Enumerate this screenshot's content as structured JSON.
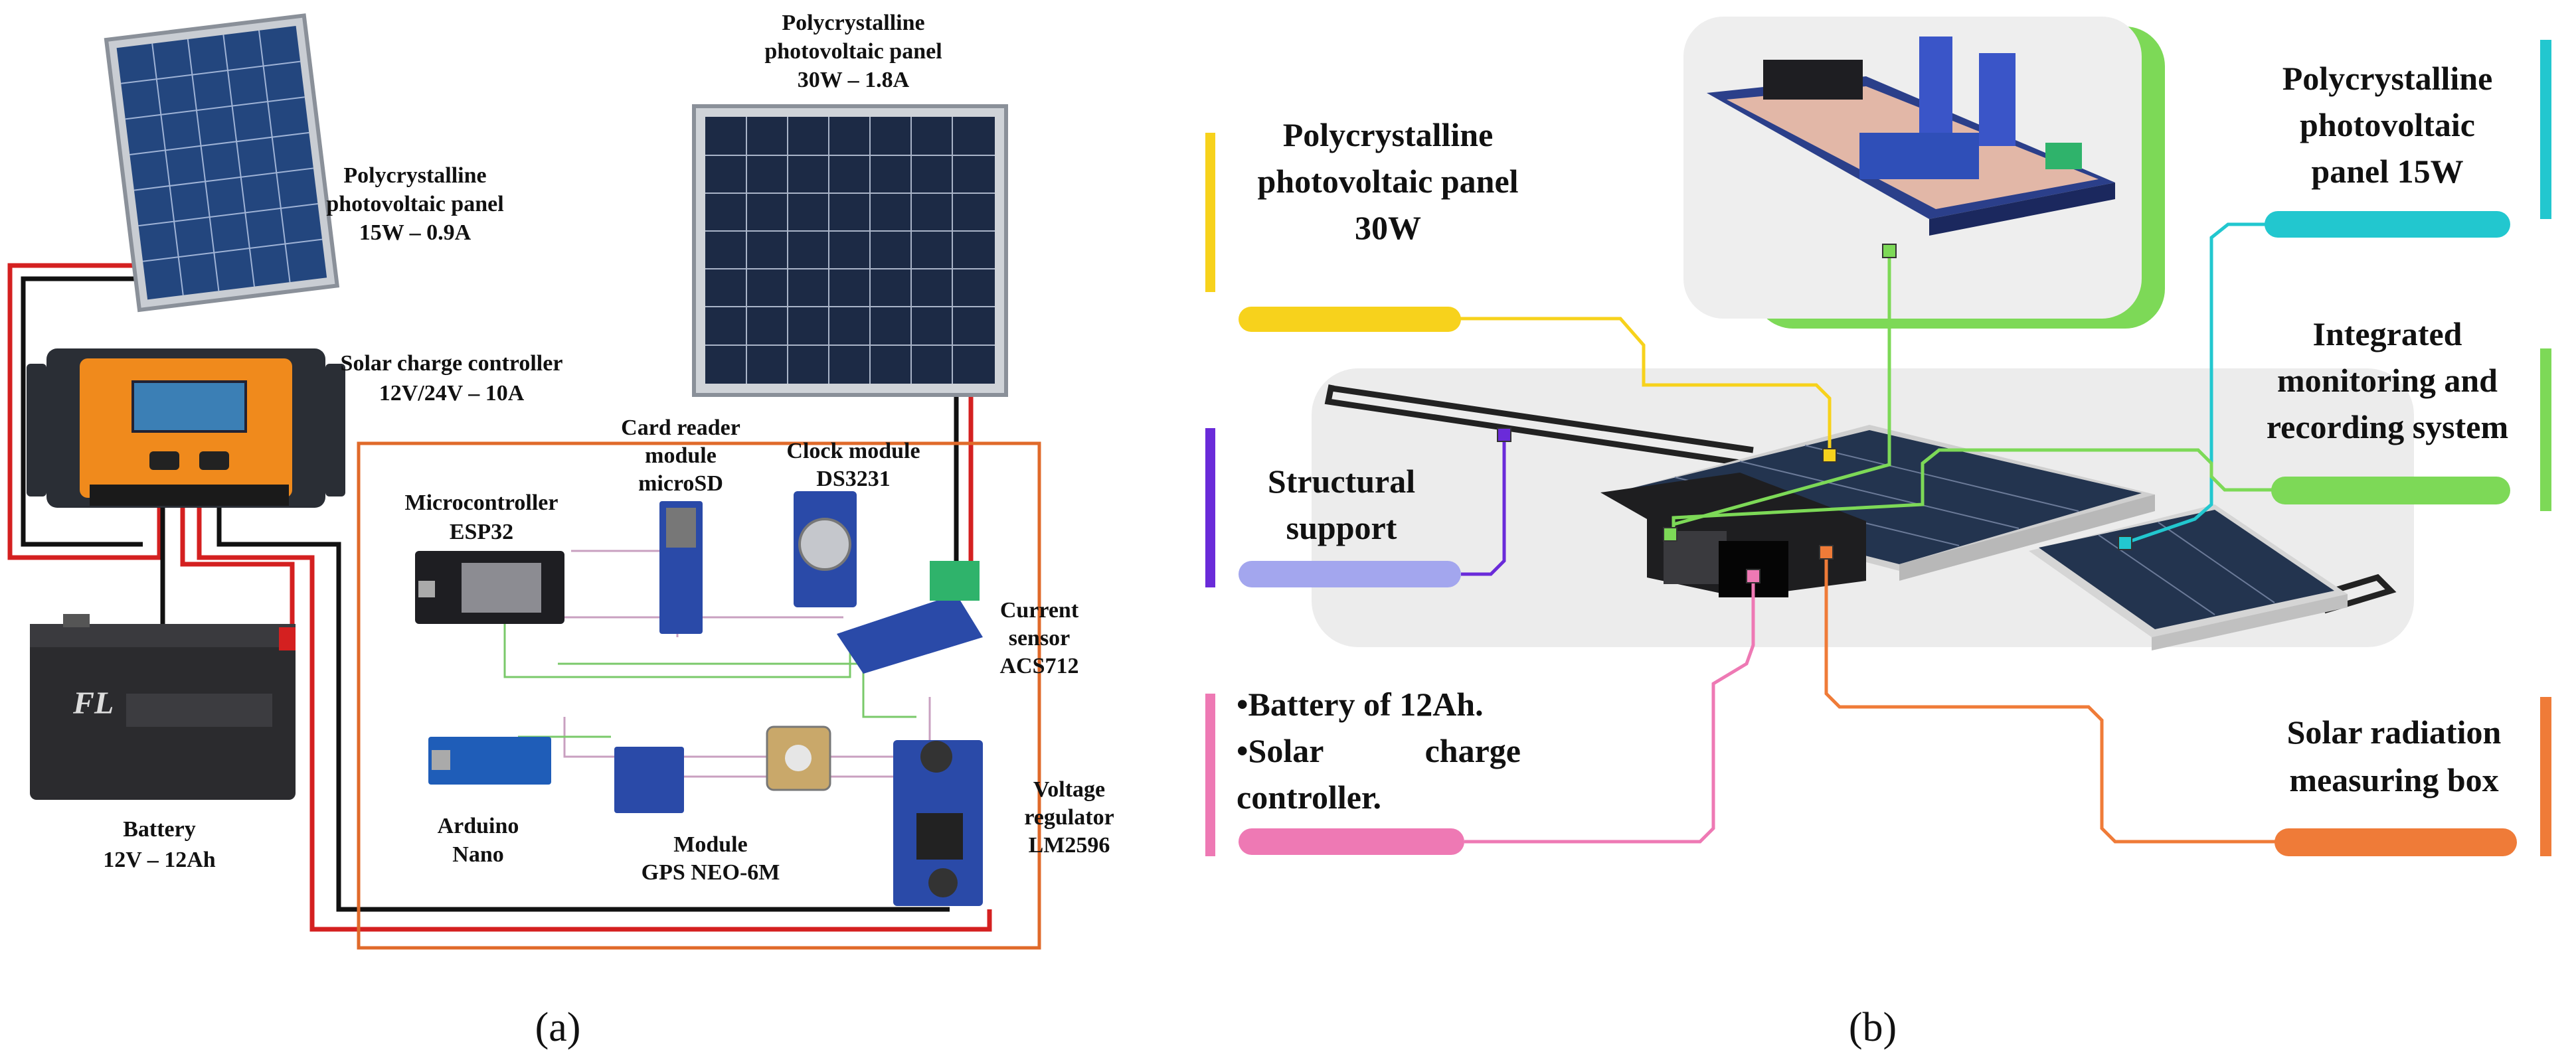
{
  "panel_a": {
    "caption": "(a)",
    "labels": {
      "panel15_l1": "Polycrystalline",
      "panel15_l2": "photovoltaic panel",
      "panel15_l3": "15W – 0.9A",
      "panel30_l1": "Polycrystalline",
      "panel30_l2": "photovoltaic panel",
      "panel30_l3": "30W – 1.8A",
      "controller_l1": "Solar charge controller",
      "controller_l2": "12V/24V – 10A",
      "battery_l1": "Battery",
      "battery_l2": "12V – 12Ah",
      "card_l1": "Card reader",
      "card_l2": "module",
      "card_l3": "microSD",
      "clock_l1": "Clock module",
      "clock_l2": "DS3231",
      "mcu_l1": "Microcontroller",
      "mcu_l2": "ESP32",
      "current_l1": "Current",
      "current_l2": "sensor",
      "current_l3": "ACS712",
      "arduino_l1": "Arduino",
      "arduino_l2": "Nano",
      "gps_l1": "Module",
      "gps_l2": "GPS NEO-6M",
      "reg_l1": "Voltage",
      "reg_l2": "regulator",
      "reg_l3": "LM2596"
    }
  },
  "panel_b": {
    "caption": "(b)",
    "labels": {
      "p30_l1": "Polycrystalline",
      "p30_l2": "photovoltaic panel",
      "p30_l3": "30W",
      "struct_l1": "Structural",
      "struct_l2": "support",
      "batt_l1": "•Battery of 12Ah.",
      "batt_l2a": "•Solar",
      "batt_l2b": "charge",
      "batt_l3": "controller.",
      "p15_l1": "Polycrystalline",
      "p15_l2": "photovoltaic",
      "p15_l3": "panel 15W",
      "ims_l1": "Integrated",
      "ims_l2": "monitoring and",
      "ims_l3": "recording system",
      "srm_l1": "Solar radiation",
      "srm_l2": "measuring box"
    },
    "colors": {
      "yellow": "#f7d21c",
      "purple": "#6a2bd9",
      "lavender": "#a3a6ee",
      "pink": "#ee79b4",
      "cyan": "#22c7cf",
      "green": "#7dd957",
      "orange": "#ef7b38"
    }
  }
}
